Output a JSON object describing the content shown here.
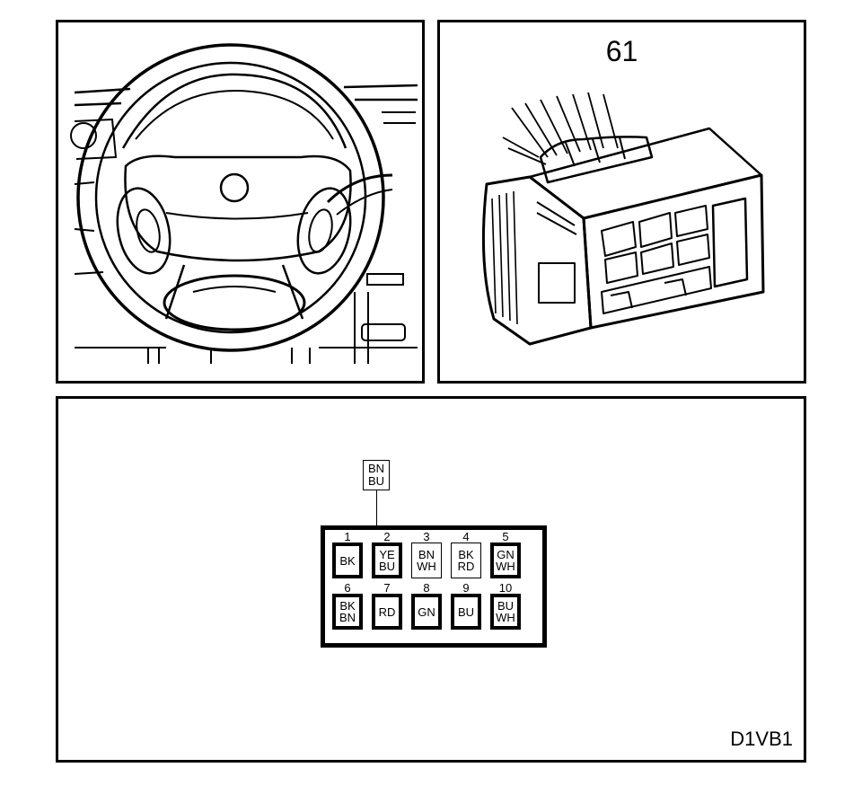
{
  "connector": {
    "number": "61"
  },
  "diagram_code": "D1VB1",
  "wire_tag": {
    "line1": "BN",
    "line2": "BU"
  },
  "pins": [
    {
      "num": "1",
      "codes": [
        "BK"
      ],
      "border": "thick"
    },
    {
      "num": "2",
      "codes": [
        "YE",
        "BU"
      ],
      "border": "thick"
    },
    {
      "num": "3",
      "codes": [
        "BN",
        "WH"
      ],
      "border": "thin"
    },
    {
      "num": "4",
      "codes": [
        "BK",
        "RD"
      ],
      "border": "thin"
    },
    {
      "num": "5",
      "codes": [
        "GN",
        "WH"
      ],
      "border": "thick"
    },
    {
      "num": "6",
      "codes": [
        "BK",
        "BN"
      ],
      "border": "thick"
    },
    {
      "num": "7",
      "codes": [
        "RD"
      ],
      "border": "thick"
    },
    {
      "num": "8",
      "codes": [
        "GN"
      ],
      "border": "thick"
    },
    {
      "num": "9",
      "codes": [
        "BU"
      ],
      "border": "thick"
    },
    {
      "num": "10",
      "codes": [
        "BU",
        "WH"
      ],
      "border": "thick"
    }
  ]
}
